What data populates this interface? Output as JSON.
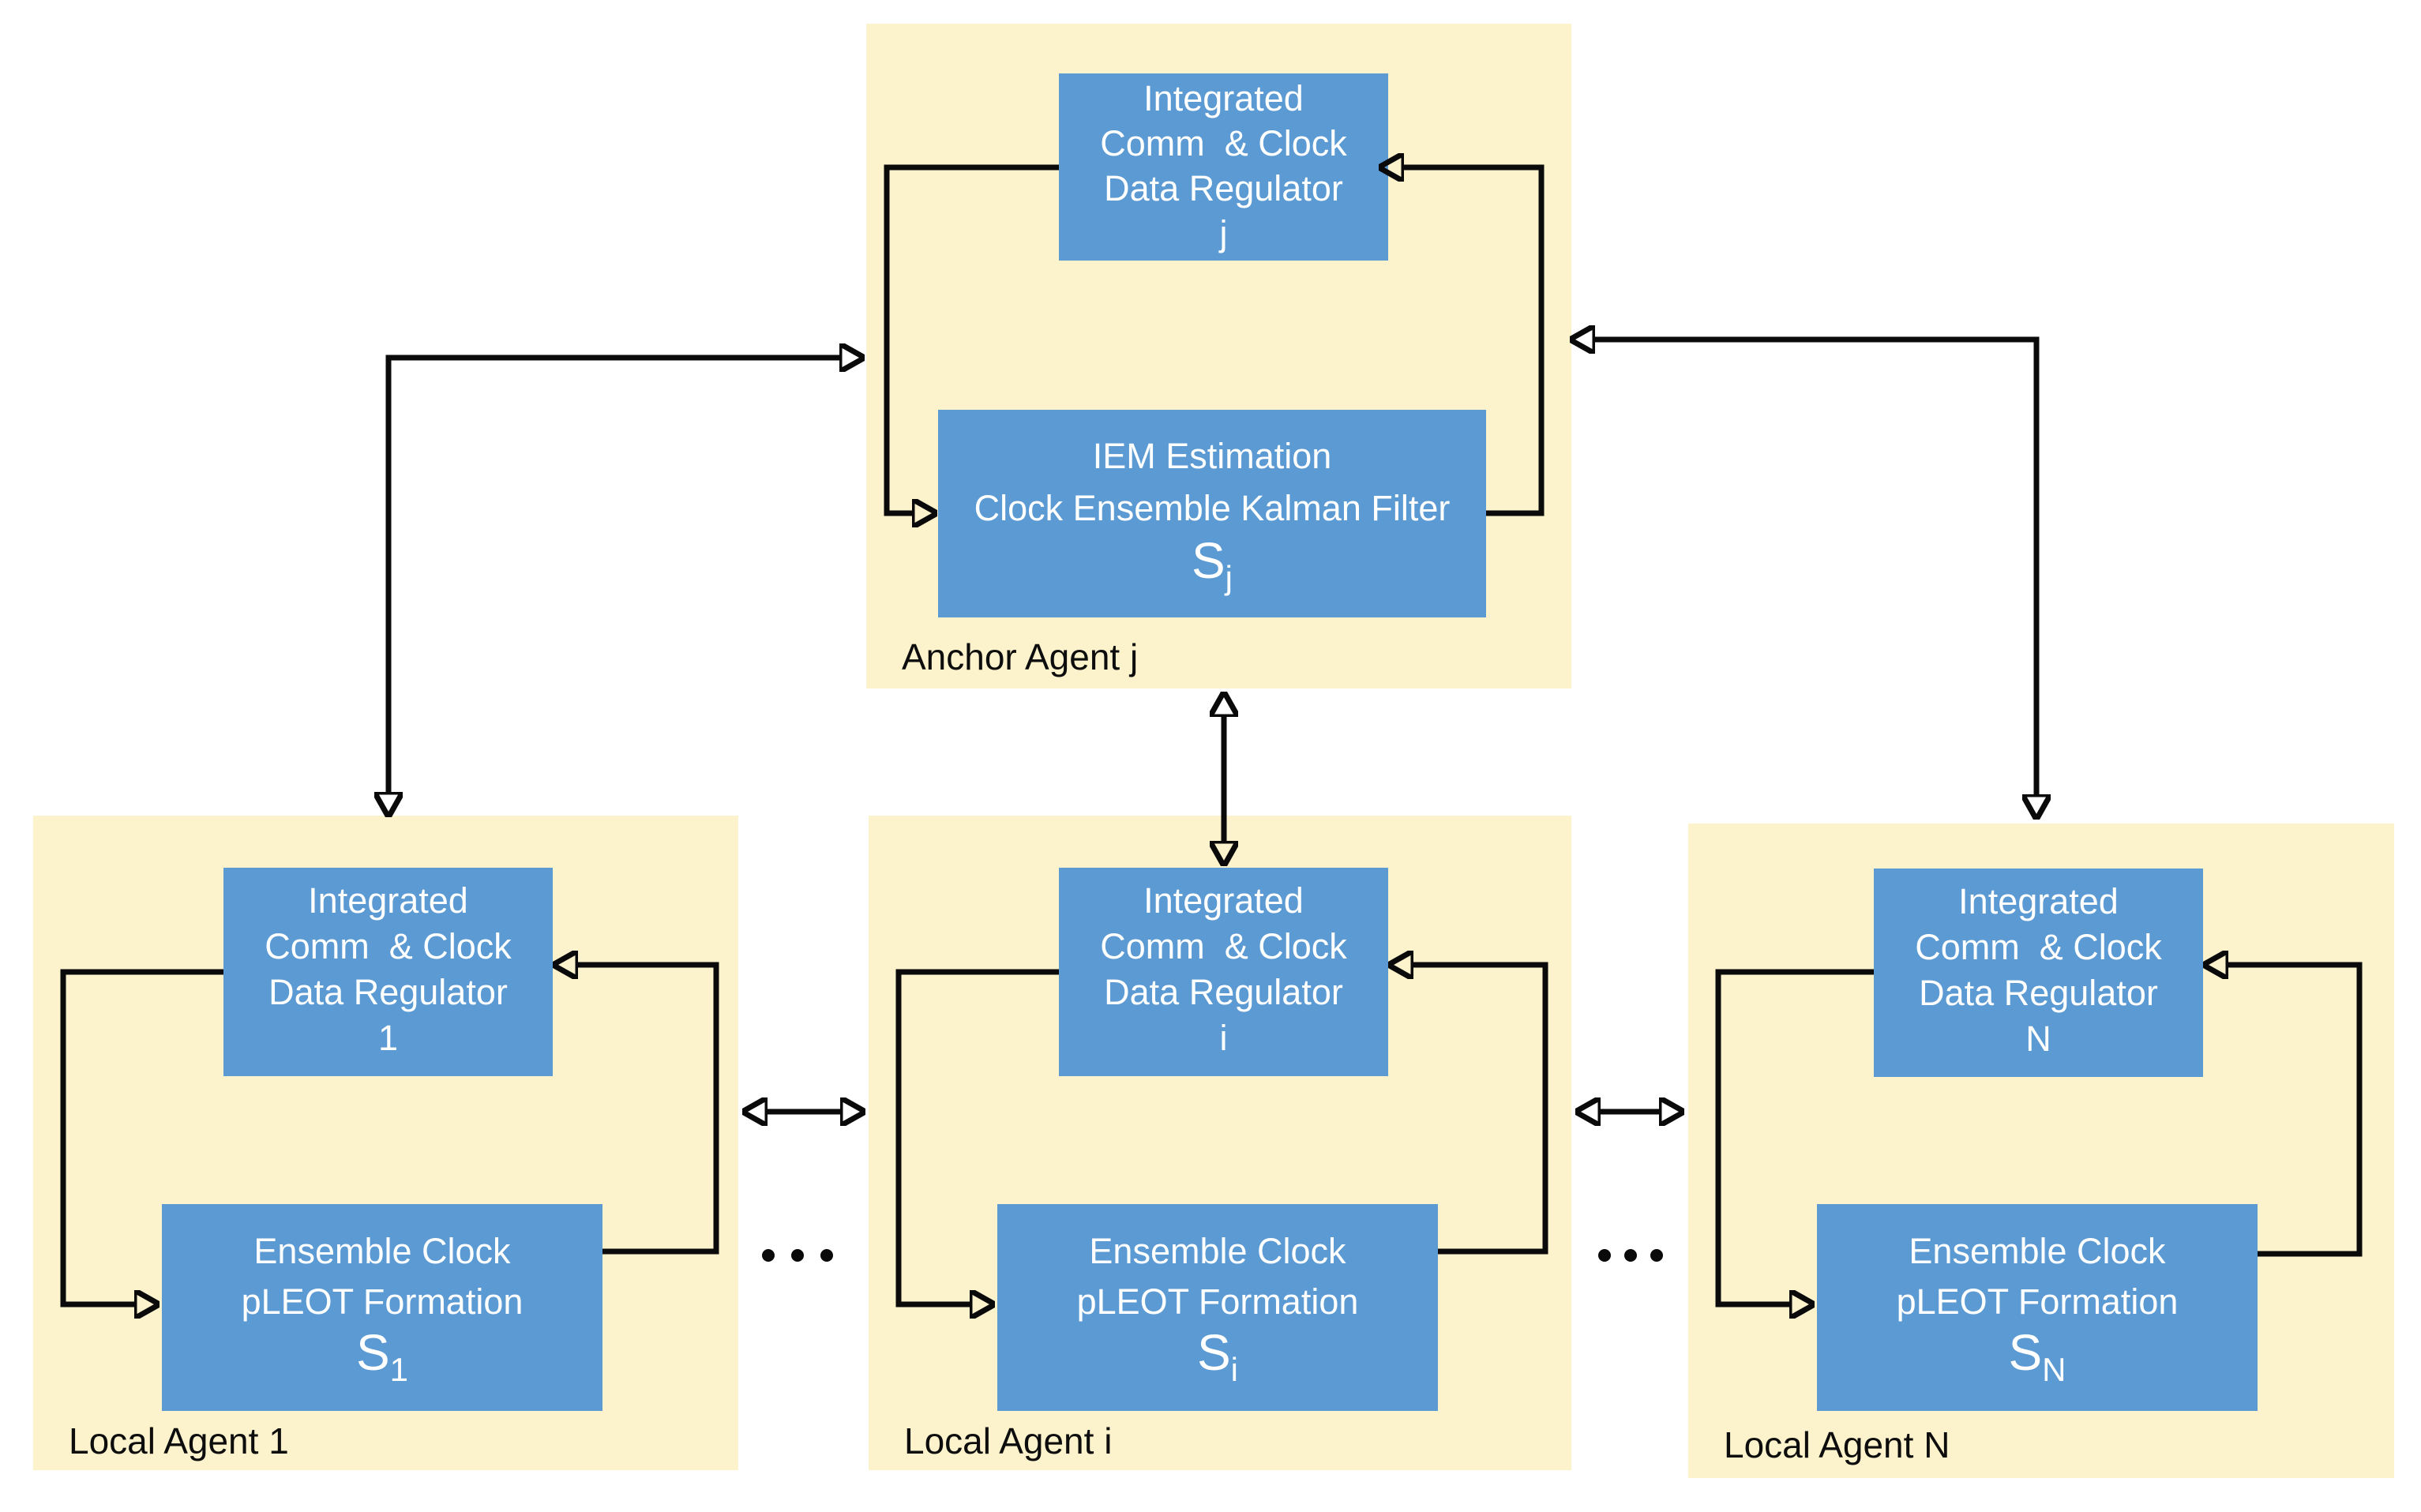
{
  "colors": {
    "agent_background": "#FCF2CC",
    "block_background": "#5B9AD3",
    "block_text": "#FFFFFF",
    "arrow": "#0A0A0A",
    "label_text": "#0D0D0D"
  },
  "agents": {
    "anchor": {
      "label": "Anchor Agent j",
      "regulator": {
        "lines": [
          "Integrated",
          "Comm  & Clock",
          "Data Regulator",
          "j"
        ]
      },
      "estimator": {
        "lines": [
          "IEM Estimation",
          "Clock Ensemble Kalman Filter"
        ],
        "symbol": "S",
        "subscript": "j"
      }
    },
    "local_1": {
      "label": "Local Agent 1",
      "regulator": {
        "lines": [
          "Integrated",
          "Comm  & Clock",
          "Data Regulator",
          "1"
        ]
      },
      "formation": {
        "lines": [
          "Ensemble Clock",
          "pLEOT Formation"
        ],
        "symbol": "S",
        "subscript": "1"
      }
    },
    "local_i": {
      "label": "Local Agent i",
      "regulator": {
        "lines": [
          "Integrated",
          "Comm  & Clock",
          "Data Regulator",
          "i"
        ]
      },
      "formation": {
        "lines": [
          "Ensemble Clock",
          "pLEOT Formation"
        ],
        "symbol": "S",
        "subscript": "i"
      }
    },
    "local_n": {
      "label": "Local Agent N",
      "regulator": {
        "lines": [
          "Integrated",
          "Comm  & Clock",
          "Data Regulator",
          "N"
        ]
      },
      "formation": {
        "lines": [
          "Ensemble Clock",
          "pLEOT Formation"
        ],
        "symbol": "S",
        "subscript": "N"
      }
    }
  },
  "decorations": {
    "ellipsis_between_agents": "..."
  }
}
